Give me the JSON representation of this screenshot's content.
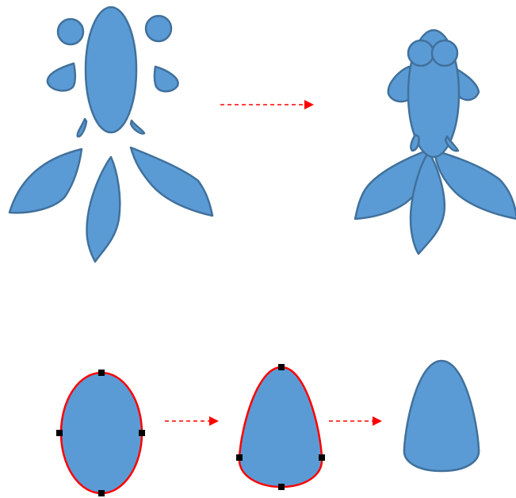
{
  "colors": {
    "background": "#ffffff",
    "shape_fill": "#5B9BD5",
    "shape_stroke": "#41719C",
    "arrow": "#FF0000",
    "edit_outline": "#FF0000",
    "handle": "#000000"
  },
  "diagram": {
    "top_panel": {
      "left": "goldfish-parts-separated",
      "arrow": "dashed-right-arrow",
      "right": "goldfish-assembled"
    },
    "bottom_panel": {
      "steps": [
        "ellipse-with-edit-points",
        "egg-shape-with-edit-points",
        "egg-shape-final"
      ],
      "arrows": [
        "dashed-right-arrow",
        "dashed-right-arrow"
      ]
    }
  }
}
